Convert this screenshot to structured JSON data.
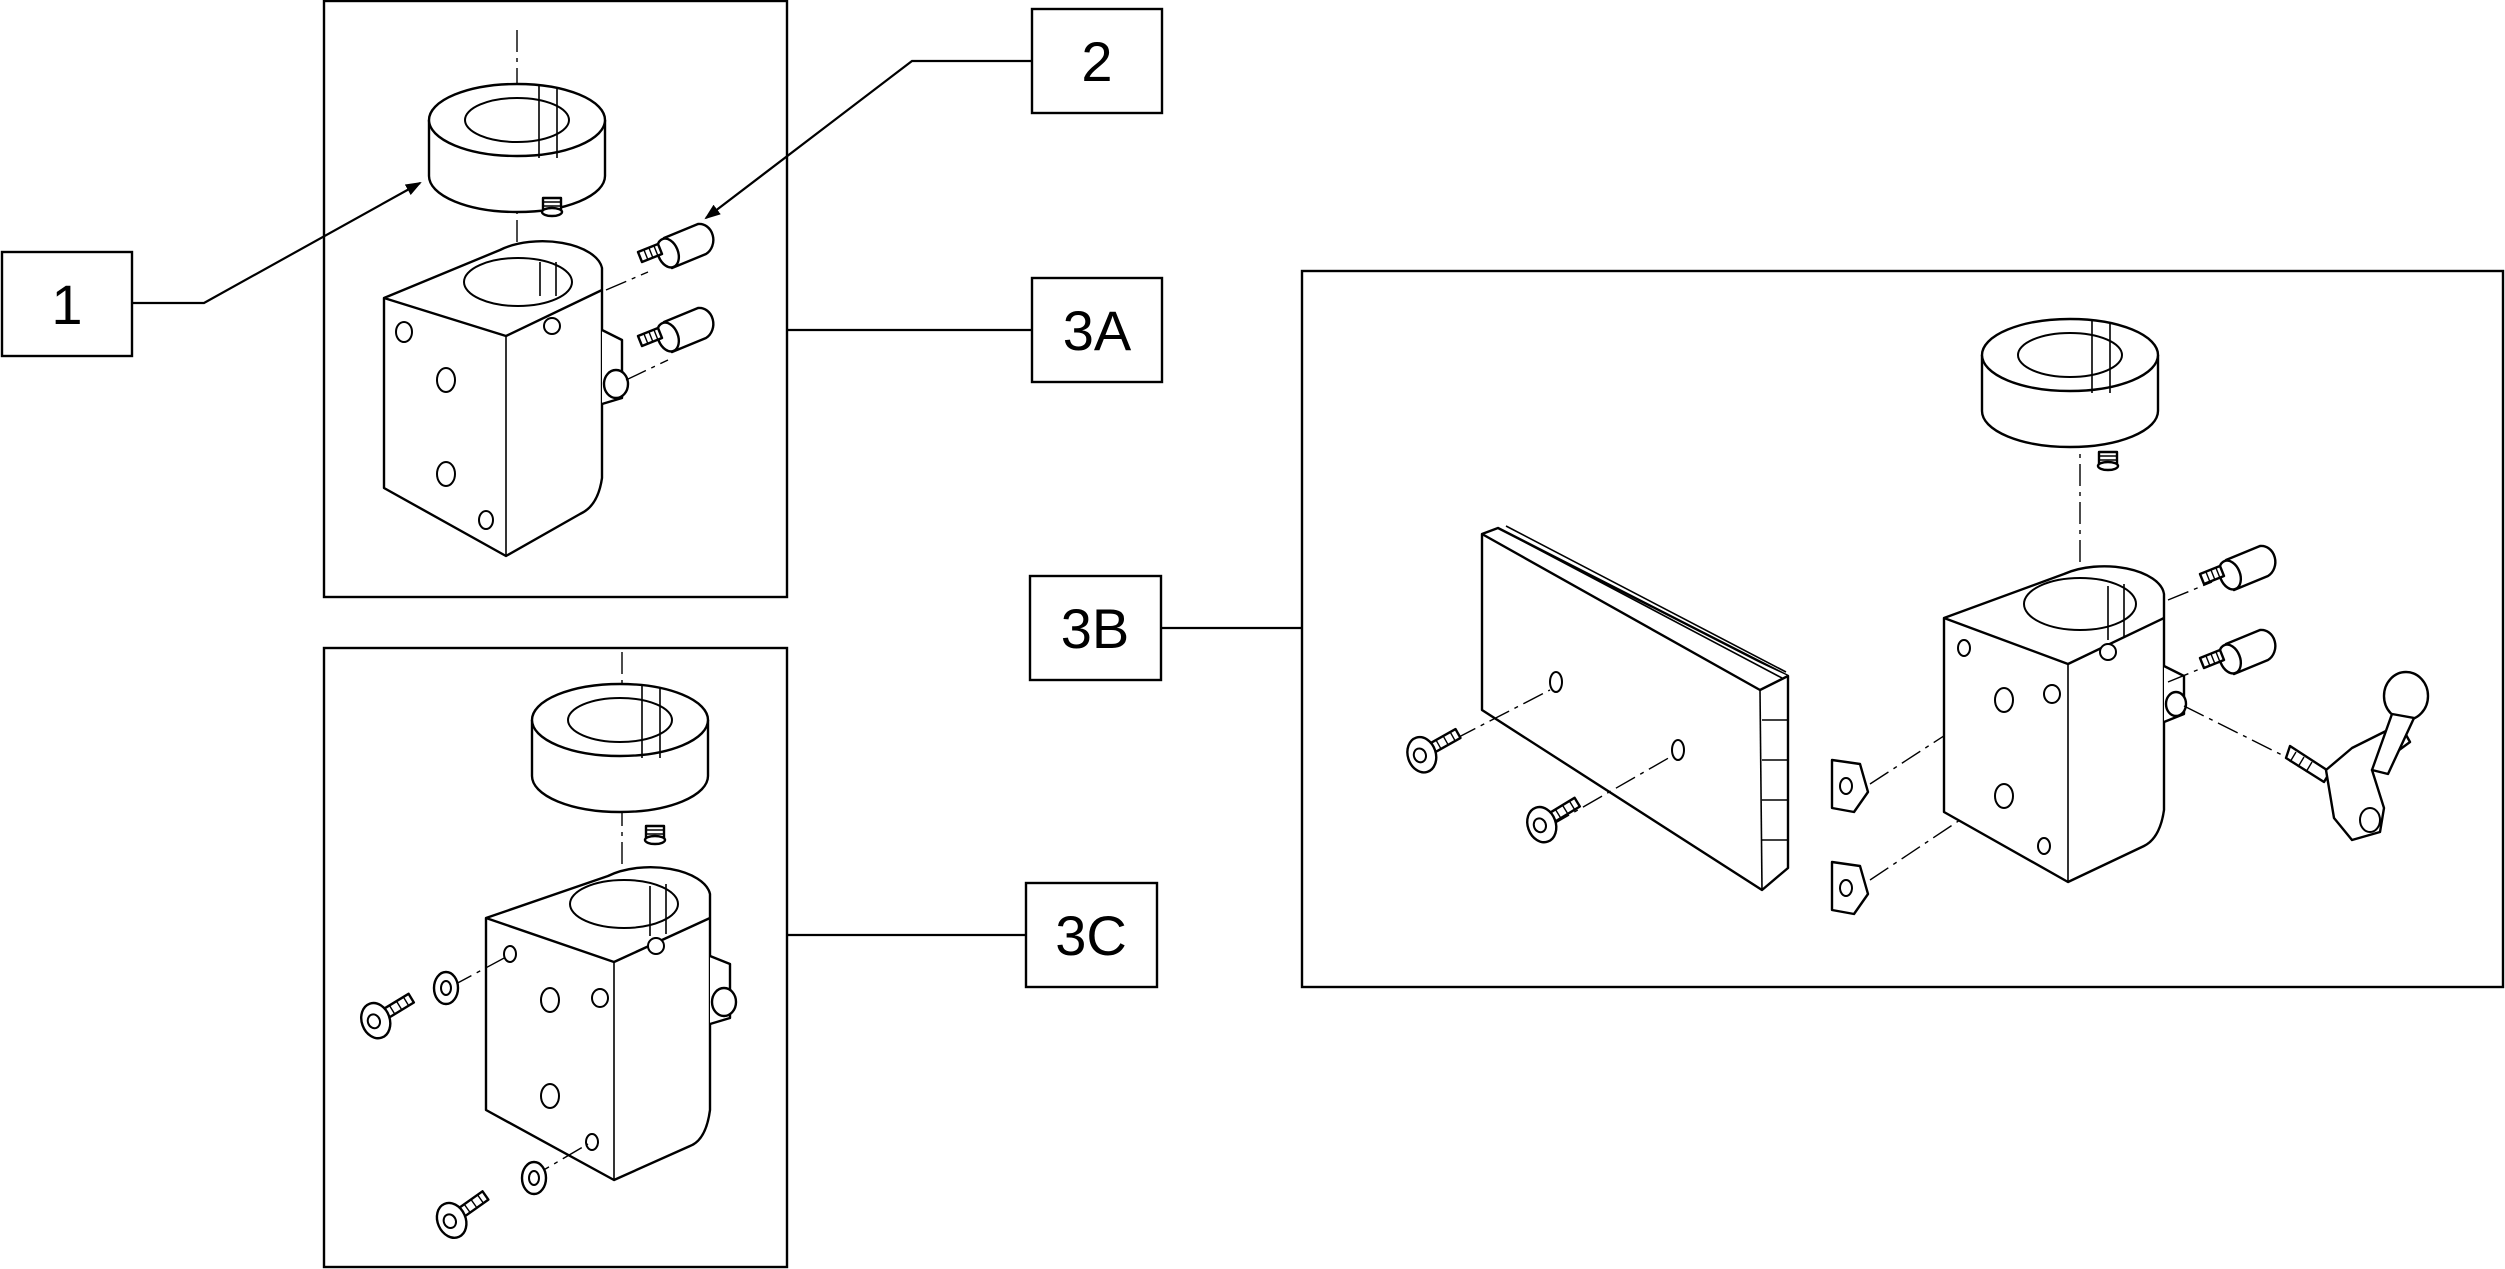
{
  "callouts": {
    "c1": "1",
    "c2": "2",
    "c3a": "3A",
    "c3b": "3B",
    "c3c": "3C"
  }
}
